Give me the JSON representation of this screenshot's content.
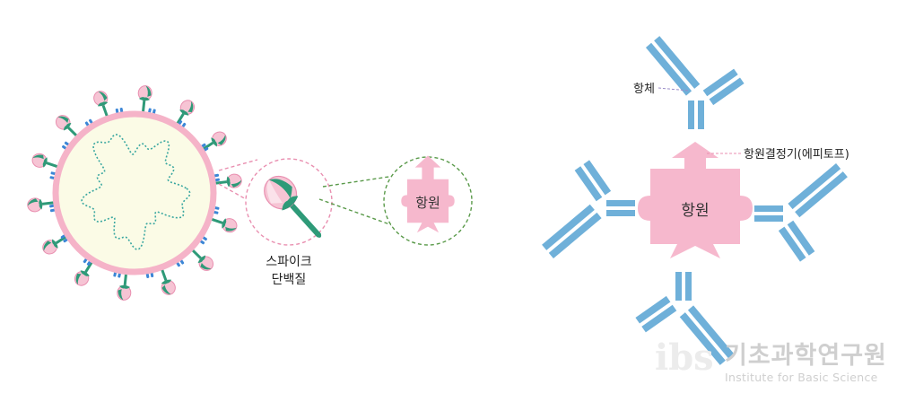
{
  "labels": {
    "spike_line1": "스파이크",
    "spike_line2": "단백질",
    "antigen_small": "항원",
    "antigen_large": "항원",
    "antibody": "항체",
    "epitope": "항원결정기(에피토프)"
  },
  "logo": {
    "mark": "ibs",
    "korean": "기초과학연구원",
    "english": "Institute for Basic Science"
  },
  "colors": {
    "pink": "#f6b8cd",
    "pink_dark": "#e98fb0",
    "teal": "#2e9a78",
    "blue": "#6fb0d9",
    "blue_small": "#3b86d6",
    "virus_fill": "#fbfbe6",
    "dash_pink": "#e98fb0",
    "dash_green": "#5a9a4a",
    "dash_purple": "#9a8cc8"
  }
}
